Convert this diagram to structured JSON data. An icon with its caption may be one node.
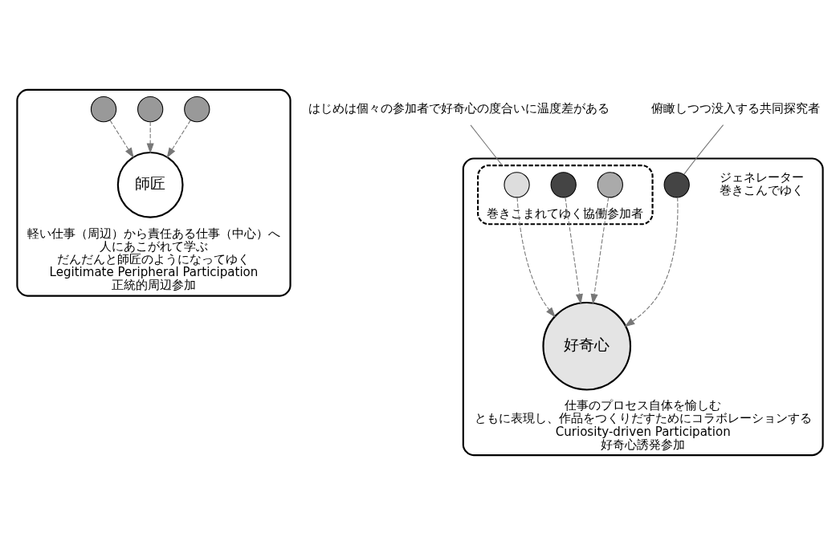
{
  "diagram": {
    "nodes": [
      {
        "text": [
          "軽い仕事（周辺）から責任ある仕事（中心）へ",
          "人にあこがれて学ぶ",
          "だんだんと師匠のようになってゆく",
          "Legitimate Peripheral Participation",
          "正統的周辺参加"
        ]
      },
      {
        "text": [
          "師匠"
        ],
        "in": 0
      },
      {
        "text": [],
        "shape": "circle",
        "in": 0
      },
      {
        "text": [],
        "shape": "circle",
        "in": 0
      },
      {
        "text": [],
        "shape": "circle",
        "in": 0
      },
      {
        "text": [
          "仕事のプロセス自体を愉しむ",
          "ともに表現し、作品をつくりだすためにコラボレーションする",
          "Curiosity-driven Participation",
          "好奇心誘発参加"
        ]
      },
      {
        "text": [
          "巻きこまれてゆく協働参加者"
        ],
        "in": 5
      },
      {
        "text": [],
        "shape": "circle",
        "in": 6
      },
      {
        "text": [],
        "shape": "circle",
        "in": 6
      },
      {
        "text": [],
        "shape": "circle",
        "in": 6
      },
      {
        "text": [
          "好奇心"
        ],
        "in": 5
      },
      {
        "text": [],
        "shape": "circle",
        "in": 5,
        "beside": [
          "ジェネレーター",
          "巻きこんでゆく"
        ]
      },
      {
        "text": [
          "はじめは個々の参加者で好奇心の度合いに温度差がある"
        ]
      },
      {
        "text": [
          "俯瞰しつつ没入する共同探究者"
        ]
      }
    ],
    "edges": [
      {
        "from": 2,
        "to": 1,
        "arrow": "to",
        "style": "dashed"
      },
      {
        "from": 3,
        "to": 1,
        "arrow": "to",
        "style": "dashed"
      },
      {
        "from": 4,
        "to": 1,
        "arrow": "to",
        "style": "dashed"
      },
      {
        "from": 7,
        "to": 10,
        "arrow": "to",
        "style": "dashed"
      },
      {
        "from": 8,
        "to": 10,
        "arrow": "to",
        "style": "dashed"
      },
      {
        "from": 9,
        "to": 10,
        "arrow": "to",
        "style": "dashed"
      },
      {
        "from": 11,
        "to": 10,
        "arrow": "to",
        "style": "dashed"
      },
      {
        "from": 12,
        "to": 6,
        "arrow": "none"
      },
      {
        "from": 13,
        "to": 11,
        "arrow": "none"
      }
    ]
  }
}
